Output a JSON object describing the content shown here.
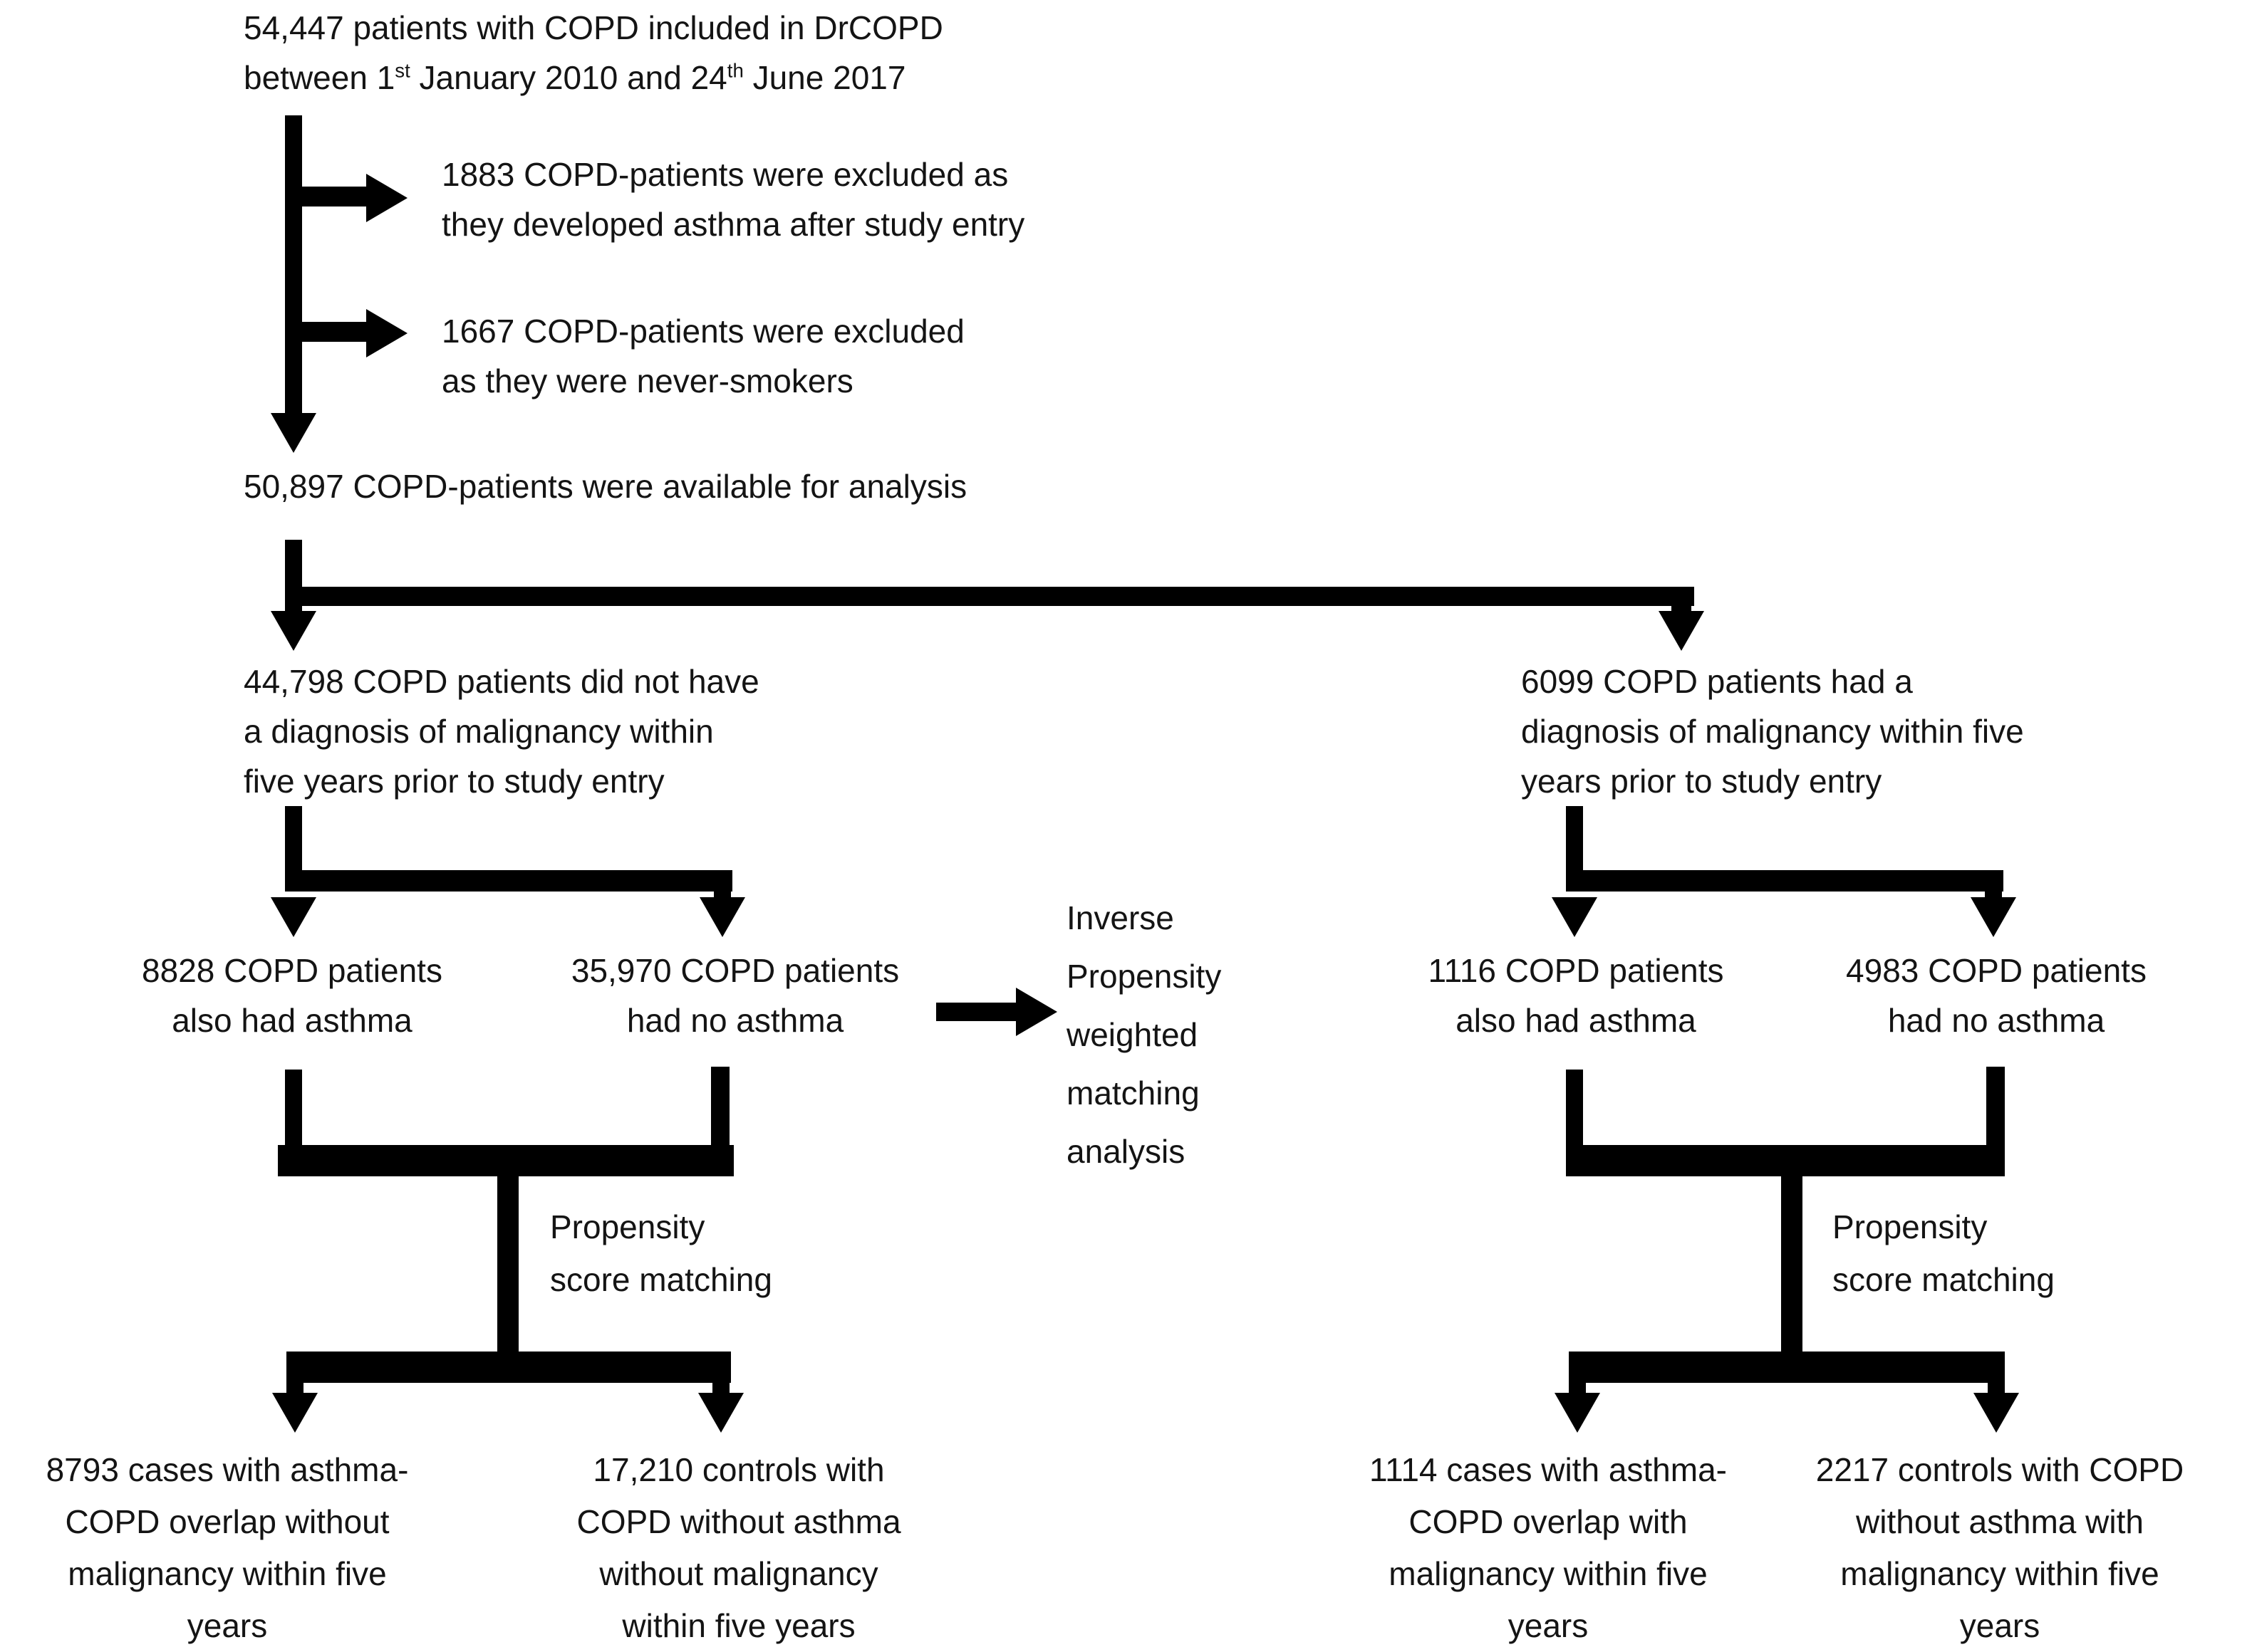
{
  "colors": {
    "arrow": "#000000",
    "text": "#141414",
    "background": "#ffffff"
  },
  "title": {
    "line1": "54,447 patients with COPD included in DrCOPD",
    "line2_parts": {
      "p0": "between 1",
      "sup1": "st",
      "p1": " January 2010 and 24",
      "sup2": "th",
      "p2": " June 2017"
    }
  },
  "exclusions": [
    {
      "line1": "1883 COPD-patients were excluded as",
      "line2": "they developed asthma after study entry"
    },
    {
      "line1": "1667 COPD-patients were excluded",
      "line2": "as they were never-smokers"
    }
  ],
  "available": "50,897 COPD-patients were available for analysis",
  "branches": {
    "left": {
      "lines": [
        "44,798 COPD patients did not have",
        "a diagnosis of malignancy within",
        "five years prior to study entry"
      ]
    },
    "right": {
      "lines": [
        "6099 COPD patients had a",
        "diagnosis of malignancy within five",
        "years prior to study entry"
      ]
    }
  },
  "subgroups": {
    "left_asthma": {
      "line1": "8828 COPD patients",
      "line2": "also had asthma"
    },
    "left_no_asthma": {
      "line1": "35,970 COPD patients",
      "line2": "had no asthma"
    },
    "right_asthma": {
      "line1": "1116 COPD patients",
      "line2": "also had asthma"
    },
    "right_no_asthma": {
      "line1": "4983 COPD patients",
      "line2": "had no asthma"
    }
  },
  "ipw_note": {
    "lines": [
      "Inverse",
      "Propensity",
      "weighted",
      "matching",
      "analysis"
    ]
  },
  "psm_left": {
    "line1": "Propensity",
    "line2": "score matching"
  },
  "psm_right": {
    "line1": "Propensity",
    "line2": "score matching"
  },
  "outcomes": [
    {
      "lines": [
        "8793 cases with asthma-",
        "COPD overlap without",
        "malignancy within five",
        "years"
      ]
    },
    {
      "lines": [
        "17,210 controls with",
        "COPD without asthma",
        "without malignancy",
        "within five years"
      ]
    },
    {
      "lines": [
        "1114 cases with asthma-",
        "COPD overlap with",
        "malignancy within five",
        "years"
      ]
    },
    {
      "lines": [
        "2217 controls with COPD",
        "without asthma with",
        "malignancy within five",
        "years"
      ]
    }
  ]
}
